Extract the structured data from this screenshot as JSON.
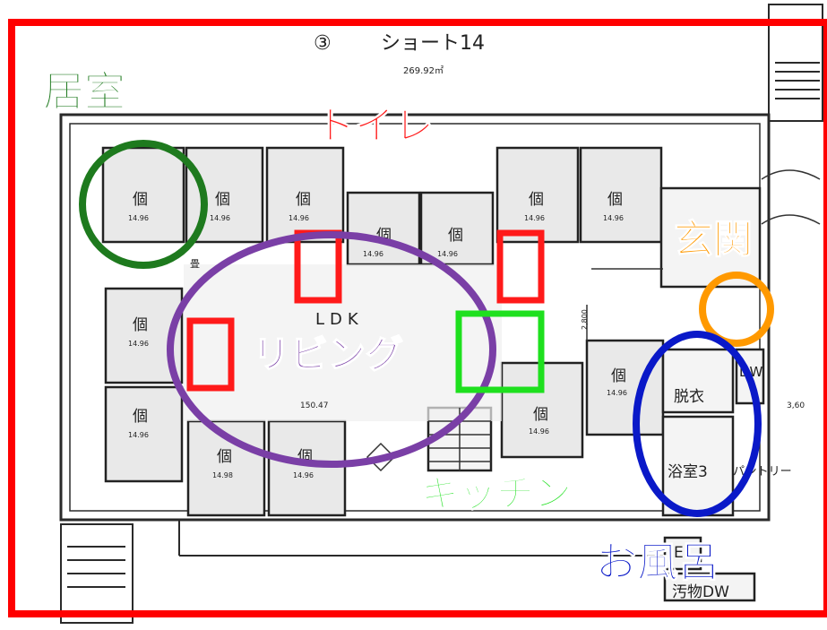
{
  "plan": {
    "title_num": "③",
    "title": "ショート14",
    "area": "269.92㎡",
    "room_label": "個",
    "room_area": "14.96",
    "room_area_alt": "14.98",
    "ldk": "LDK",
    "ldk_area": "150.47",
    "dim_mid": "2,800",
    "dim_right": "3,60",
    "datsui": "脱衣",
    "yokushitsu": "浴室3",
    "pantry": "パントリー",
    "dw": "DW",
    "e": "E",
    "obutsu_dw": "汚物DW",
    "small_mark": "畳"
  },
  "annotations": {
    "room": {
      "text": "居室",
      "color": "#1e7a1e"
    },
    "toilet": {
      "text": "トイレ",
      "color": "#ff1a1a"
    },
    "living": {
      "text": "リビング",
      "color": "#7a3fa6"
    },
    "kitchen": {
      "text": "キッチン",
      "color": "#1ee01e"
    },
    "entrance": {
      "text": "玄関",
      "color": "#ff9900"
    },
    "bath": {
      "text": "お風呂",
      "color": "#0a19c8"
    }
  },
  "frame_color": "#ff0000"
}
